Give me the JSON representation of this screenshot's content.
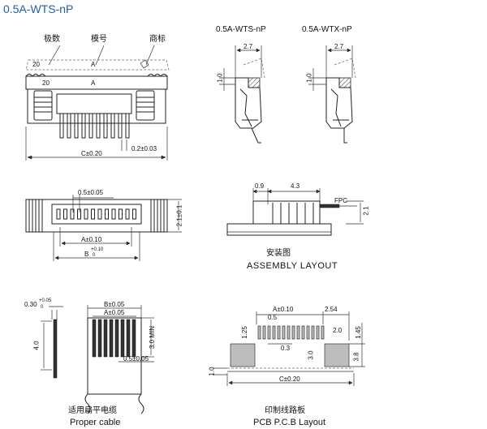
{
  "title": "0.5A-WTS-nP",
  "top_left": {
    "label_pin_count": "极数",
    "label_model": "模号",
    "label_trademark": "商标",
    "outline_pin_mark": "20",
    "outline_model_mark": "A",
    "body_pin_mark": "20",
    "body_model_mark": "A",
    "dim_c": "C±0.20",
    "dim_pitch_tol": "0.2±0.03"
  },
  "side_wts": {
    "title": "0.5A-WTS-nP",
    "dim_depth": "2.7",
    "dim_height": "1.0"
  },
  "side_wtx": {
    "title": "0.5A-WTX-nP",
    "dim_depth": "2.7",
    "dim_height": "1.0"
  },
  "bottom_view": {
    "dim_pitch": "0.5±0.05",
    "dim_a": "A±0.10",
    "dim_b_main": "B",
    "dim_b_tol": "+0.10",
    "dim_b_tol2": "0",
    "dim_height": "2.1±0.1"
  },
  "assembly": {
    "dim_left": "0.9",
    "dim_right": "4.3",
    "label_fpc": "FPC",
    "dim_height": "2.1",
    "caption_cn": "安装图",
    "caption_en": "ASSEMBLY LAYOUT"
  },
  "proper_cable": {
    "thickness_main": "0.30",
    "thickness_tol_plus": "+0.05",
    "thickness_tol_minus": "0",
    "dim_b": "B±0.05",
    "dim_a": "A±0.05",
    "dim_length": "4.0",
    "dim_min": "3.0 MIN",
    "dim_pitch": "0.5±0.05",
    "caption_cn": "适用扁平电缆",
    "caption_en": "Proper cable"
  },
  "pcb_layout": {
    "dim_a": "A±0.10",
    "dim_side": "2.54",
    "dim_pitch": "0.5",
    "dim_pad_len": "1.25",
    "dim_pad_w": "2.0",
    "dim_edge": "1.45",
    "dim_pad_width": "0.3",
    "dim_mount_h": "3.0",
    "dim_total_h": "3.8",
    "dim_left": "1.0",
    "dim_c": "C±0.20",
    "caption_cn": "印制线路板",
    "caption_en": "PCB P.C.B Layout"
  }
}
